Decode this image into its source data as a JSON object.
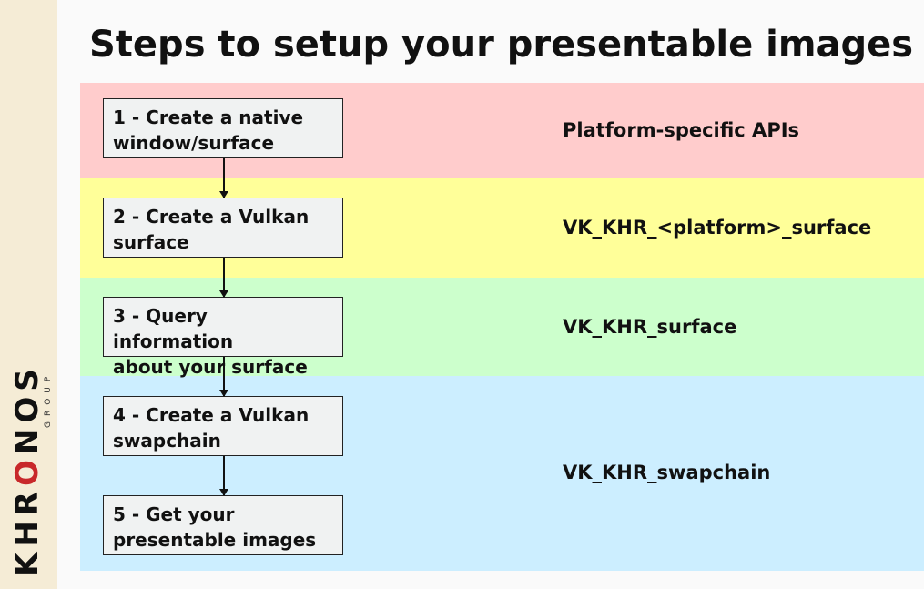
{
  "title": "Steps to setup your presentable images",
  "logo": {
    "text": "KHRONOS",
    "subtext": "GROUP"
  },
  "colors": {
    "pink": "#ffcccc",
    "yellow": "#ffff99",
    "green": "#ccffcc",
    "blue": "#cceeff"
  },
  "steps": [
    {
      "line1": "1 - Create a native",
      "line2": "window/surface"
    },
    {
      "line1": "2 - Create a Vulkan",
      "line2": "surface"
    },
    {
      "line1": "3 - Query information",
      "line2": "about your surface"
    },
    {
      "line1": "4 - Create a Vulkan",
      "line2": "swapchain"
    },
    {
      "line1": "5 - Get your",
      "line2": "presentable images"
    }
  ],
  "apis": [
    "Platform-specific APIs",
    "VK_KHR_<platform>_surface",
    "VK_KHR_surface",
    "VK_KHR_swapchain"
  ]
}
